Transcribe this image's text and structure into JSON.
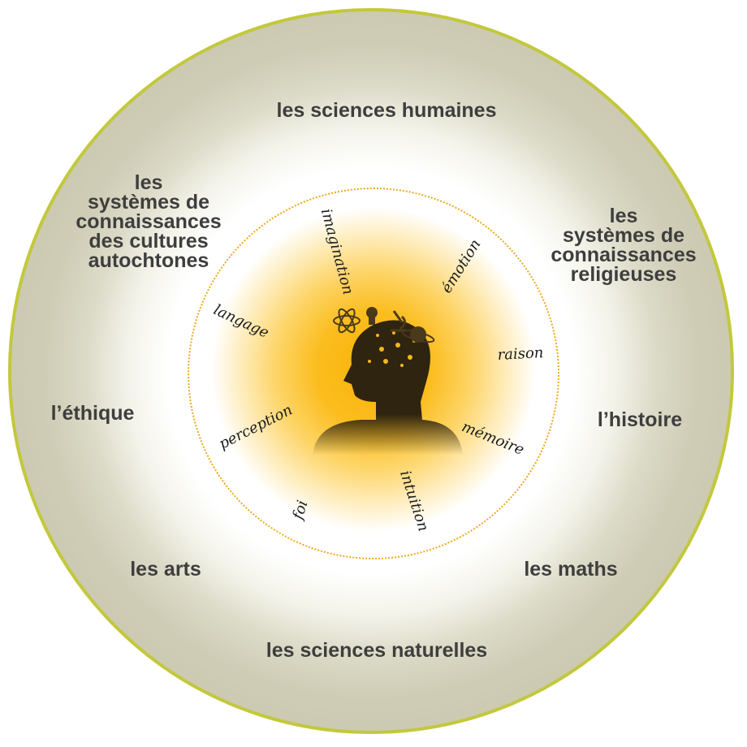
{
  "areas_of_knowledge": [
    "les sciences humaines",
    "les systèmes de connaissances religieuses",
    "l’histoire",
    "les maths",
    "les sciences naturelles",
    "les arts",
    "l’éthique",
    "les systèmes de connaissances des cultures autochtones"
  ],
  "areas_lines": {
    "religious": [
      "les",
      "systèmes de",
      "connaissances",
      "religieuses"
    ],
    "indigenous": [
      "les",
      "systèmes de",
      "connaissances",
      "des cultures",
      "autochtones"
    ]
  },
  "ways_of_knowing": [
    "imagination",
    "émotion",
    "raison",
    "mémoire",
    "intuition",
    "foi",
    "perception",
    "langage"
  ],
  "colors": {
    "ring": "#c3c83c",
    "outer_fill": "#cbc9b1",
    "glow": "#f9b208",
    "dots": "#eda91c",
    "text": "#3e3e3e",
    "head": "#2f2410"
  },
  "center_icon": "head-with-science-icons"
}
